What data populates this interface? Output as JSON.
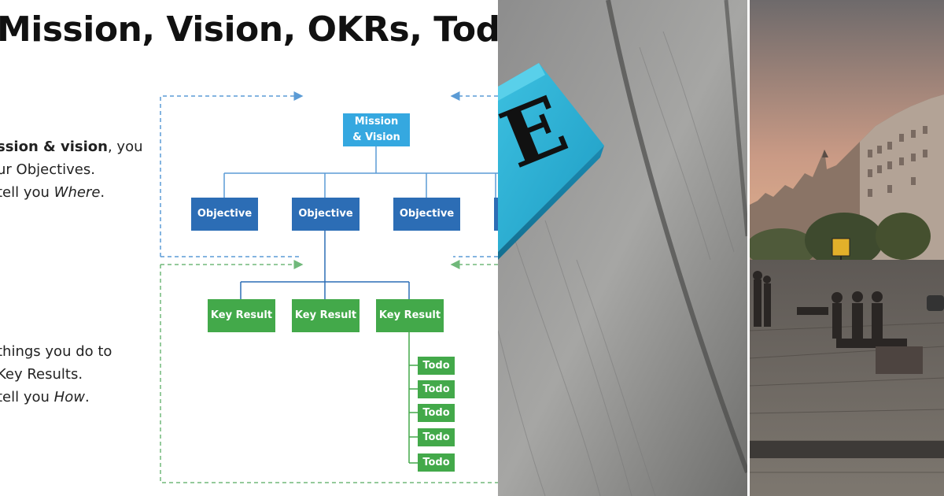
{
  "slide": {
    "title": "Mission, Vision, OKRs, Todos",
    "text_block_1": {
      "line1_bold": "ssion & vision",
      "line1_rest": ", you",
      "line2": "ur Objectives.",
      "line3_prefix": " tell you ",
      "line3_italic": "Where",
      "line3_suffix": "."
    },
    "text_block_2": {
      "line1": "things you do to",
      "line2": "Key Results.",
      "line3_prefix": " tell you ",
      "line3_italic": "How",
      "line3_suffix": "."
    },
    "diagram": {
      "mission_label_line1": "Mission",
      "mission_label_line2": "& Vision",
      "objectives": [
        "Objective",
        "Objective",
        "Objective"
      ],
      "key_results": [
        "Key Result",
        "Key Result",
        "Key Result"
      ],
      "todos": [
        "Todo",
        "Todo",
        "Todo",
        "Todo",
        "Todo"
      ]
    }
  },
  "photos": {
    "wood_block_letter": "E"
  },
  "colors": {
    "mission": "#35a8e0",
    "objective": "#2c6db5",
    "key_result": "#43a94a",
    "todo": "#43a94a",
    "dashed_blue": "#5b9bd5",
    "dashed_green": "#70b87a"
  }
}
